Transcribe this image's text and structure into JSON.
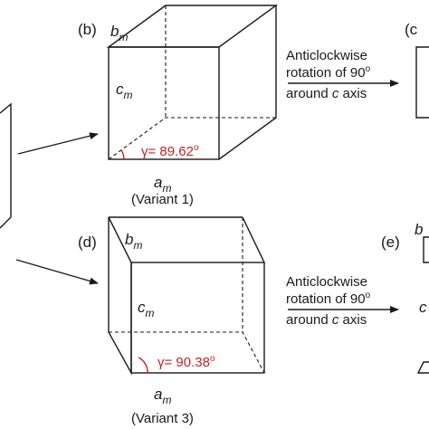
{
  "colors": {
    "line": "#1a1a1a",
    "angle": "#cc1f1f"
  },
  "panels": {
    "b": {
      "tag": "(b)",
      "axis_b": "b",
      "axis_c": "c",
      "axis_a": "a",
      "sub": "m",
      "gamma_symbol": "γ",
      "gamma_value": "= 89.62",
      "degree": "o",
      "variant": "(Variant 1)"
    },
    "c": {
      "tag": "(c"
    },
    "d": {
      "tag": "(d)",
      "axis_b": "b",
      "axis_c": "c",
      "axis_a": "a",
      "sub": "m",
      "gamma_symbol": "γ",
      "gamma_value": "= 90.38",
      "degree": "o",
      "variant": "(Variant 3)"
    },
    "e": {
      "tag": "(e)",
      "axis_b": "b",
      "axis_c": "c"
    }
  },
  "rotation_top": {
    "line1": "Anticlockwise",
    "line2": "rotation of 90",
    "degree": "o",
    "line3_prefix": "around ",
    "line3_axis": "c",
    "line3_suffix": " axis"
  },
  "rotation_bottom": {
    "line1": "Anticlockwise",
    "line2": "rotation of 90",
    "degree": "o",
    "line3_prefix": "around ",
    "line3_axis": "c",
    "line3_suffix": " axis"
  }
}
